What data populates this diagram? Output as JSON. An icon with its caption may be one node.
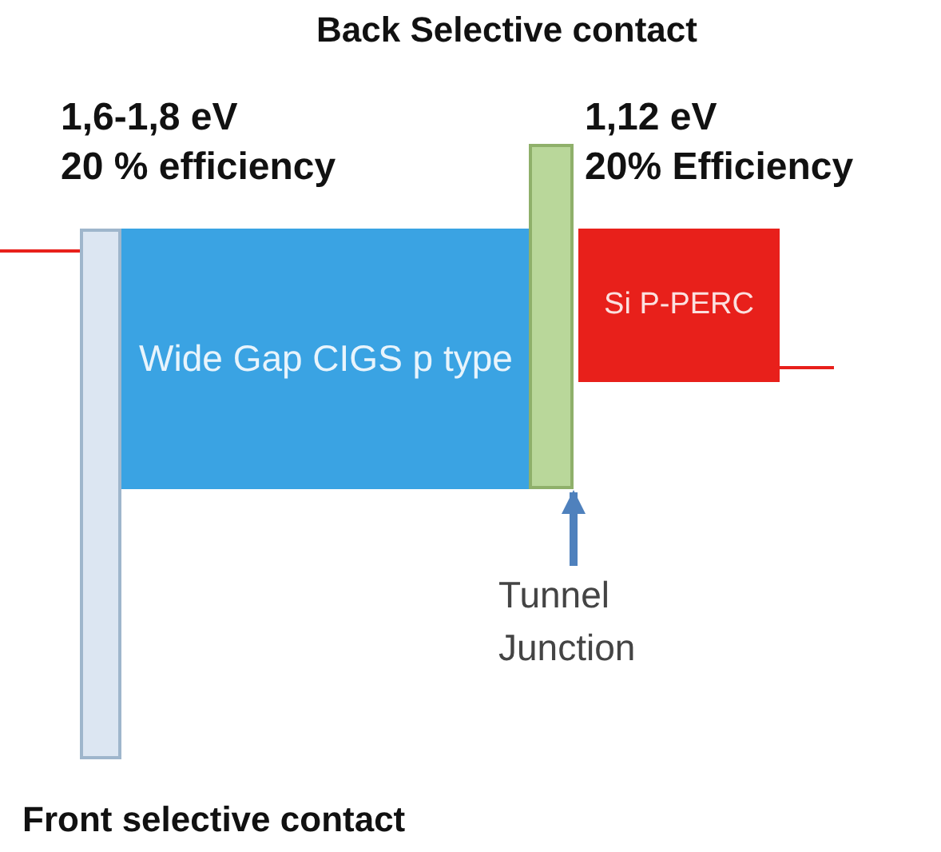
{
  "diagram": {
    "nodes": [
      {
        "text": [],
        "shape": "bar",
        "beside": [
          "Front selective contact"
        ]
      },
      {
        "text": [
          "Wide Gap CIGS p type"
        ]
      },
      {
        "text": [],
        "shape": "bar",
        "beside": [
          "Back Selective contact"
        ]
      },
      {
        "text": [
          "Si P-PERC"
        ]
      },
      {
        "text": [
          "Tunnel Junction"
        ]
      }
    ],
    "edges": [
      {
        "from": 4,
        "to": 2,
        "arrow": "to"
      }
    ],
    "labels": [
      "1,6-1,8 eV",
      "20 % efficiency",
      "1,12 eV",
      "20% Efficiency"
    ]
  }
}
